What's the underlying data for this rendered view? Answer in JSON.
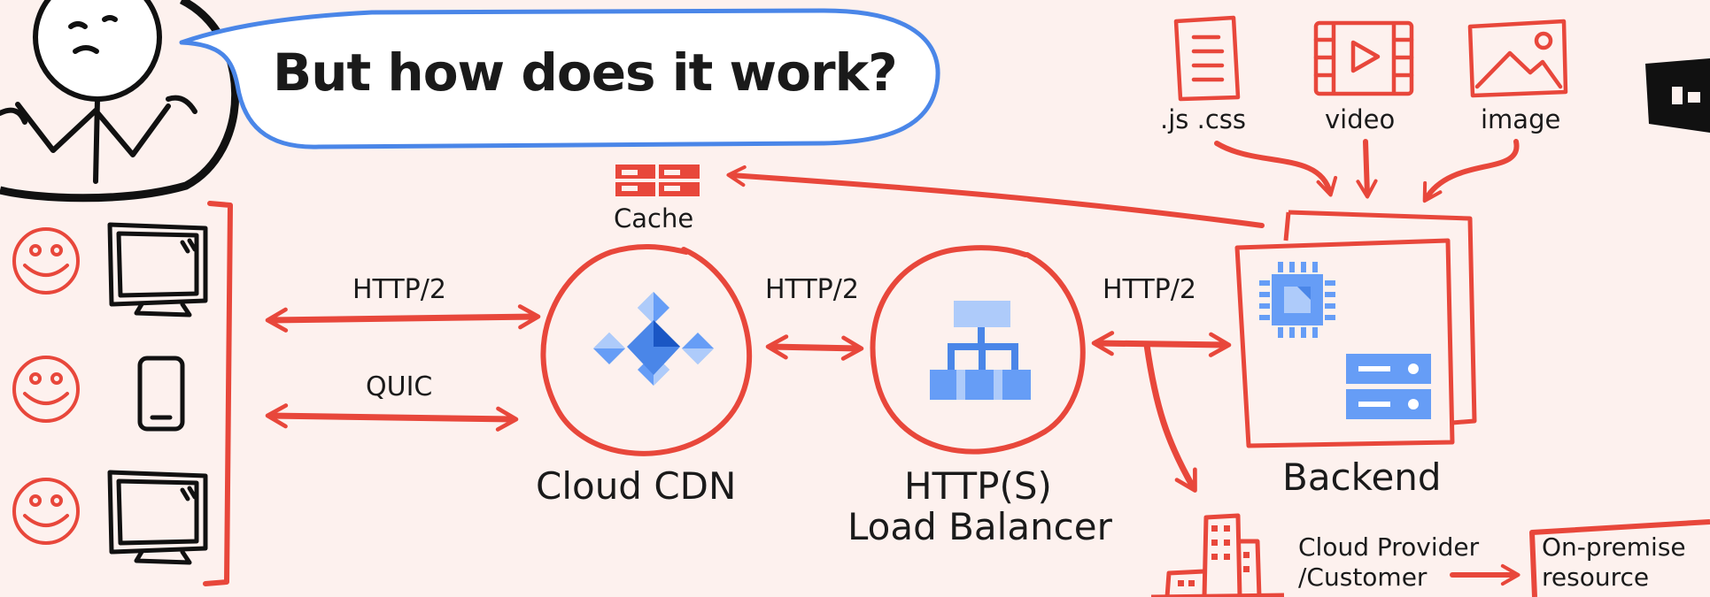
{
  "speech": {
    "title": "But how does it work?"
  },
  "sources": {
    "js_css": ".js .css",
    "video": "video",
    "image": "image"
  },
  "cache": {
    "label": "Cache"
  },
  "protocols": {
    "client_cdn_top": "HTTP/2",
    "client_cdn_bottom": "QUIC",
    "cdn_lb": "HTTP/2",
    "lb_backend": "HTTP/2"
  },
  "nodes": {
    "cdn": "Cloud CDN",
    "lb_line1": "HTTP(S)",
    "lb_line2": "Load Balancer",
    "backend": "Backend"
  },
  "bottom": {
    "provider_line1": "Cloud Provider",
    "provider_line2": "/Customer",
    "onprem_line1": "On-premise",
    "onprem_line2": "resource"
  },
  "colors": {
    "red": "#e8473b",
    "blue": "#4a86e8",
    "light_blue": "#aecbfa",
    "mid_blue": "#669df6",
    "ink": "#111111",
    "background": "#fdf1ee"
  }
}
